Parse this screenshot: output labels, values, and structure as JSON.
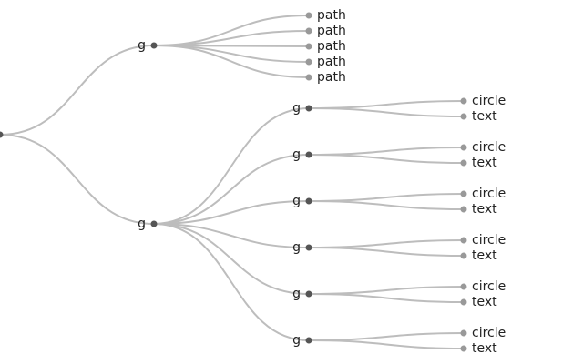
{
  "colors": {
    "link": "#bdbdbd",
    "internal_node": "#555555",
    "leaf_node": "#999999",
    "label": "#222222"
  },
  "tree": {
    "label": "",
    "children": [
      {
        "label": "g",
        "children": [
          {
            "label": "path"
          },
          {
            "label": "path"
          },
          {
            "label": "path"
          },
          {
            "label": "path"
          },
          {
            "label": "path"
          }
        ]
      },
      {
        "label": "g",
        "children": [
          {
            "label": "g",
            "children": [
              {
                "label": "circle"
              },
              {
                "label": "text"
              }
            ]
          },
          {
            "label": "g",
            "children": [
              {
                "label": "circle"
              },
              {
                "label": "text"
              }
            ]
          },
          {
            "label": "g",
            "children": [
              {
                "label": "circle"
              },
              {
                "label": "text"
              }
            ]
          },
          {
            "label": "g",
            "children": [
              {
                "label": "circle"
              },
              {
                "label": "text"
              }
            ]
          },
          {
            "label": "g",
            "children": [
              {
                "label": "circle"
              },
              {
                "label": "text"
              }
            ]
          },
          {
            "label": "g",
            "children": [
              {
                "label": "circle"
              },
              {
                "label": "text"
              }
            ]
          }
        ]
      }
    ]
  }
}
